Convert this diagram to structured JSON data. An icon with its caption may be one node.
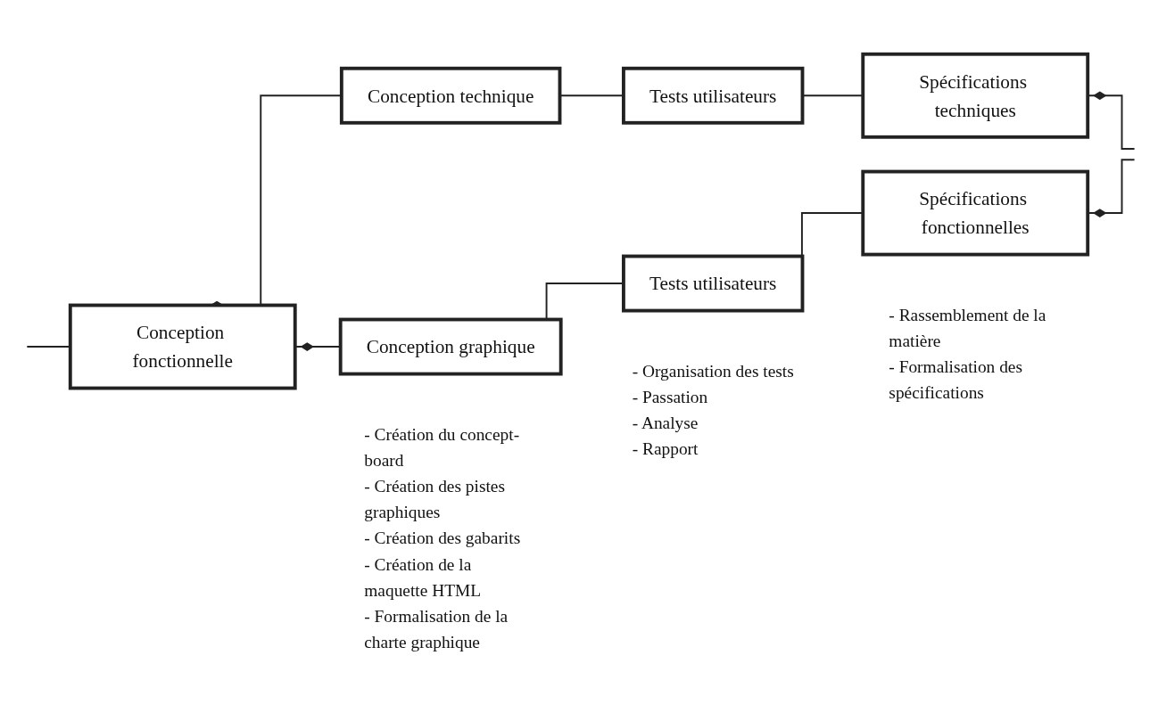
{
  "diagram": {
    "nodes": [
      {
        "text": [
          "Conception fonctionnelle"
        ]
      },
      {
        "text": [
          "Conception technique"
        ]
      },
      {
        "text": [
          "Tests utilisateurs"
        ]
      },
      {
        "text": [
          "Spécifications techniques"
        ]
      },
      {
        "text": [
          "Conception graphique"
        ],
        "beside": [
          "- Création du concept-board",
          "- Création des pistes graphiques",
          "- Création des gabarits",
          "- Création de la maquette HTML",
          "- Formalisation de la charte graphique"
        ]
      },
      {
        "text": [
          "Tests utilisateurs"
        ],
        "beside": [
          "- Organisation des tests",
          "- Passation",
          "- Analyse",
          "- Rapport"
        ]
      },
      {
        "text": [
          "Spécifications fonctionnelles"
        ],
        "beside": [
          "- Rassemblement de la matière",
          "- Formalisation des spécifications"
        ]
      }
    ],
    "edges": [
      {
        "from": null,
        "to": 0,
        "arrow": "none"
      },
      {
        "from": 0,
        "to": 1,
        "arrow": "other"
      },
      {
        "from": 0,
        "to": 4,
        "arrow": "other"
      },
      {
        "from": 1,
        "to": 2,
        "arrow": "none"
      },
      {
        "from": 2,
        "to": 3,
        "arrow": "none"
      },
      {
        "from": 4,
        "to": 5,
        "arrow": "none"
      },
      {
        "from": 5,
        "to": 6,
        "arrow": "none"
      },
      {
        "from": 3,
        "to": null,
        "arrow": "other"
      },
      {
        "from": 6,
        "to": null,
        "arrow": "other"
      }
    ]
  }
}
